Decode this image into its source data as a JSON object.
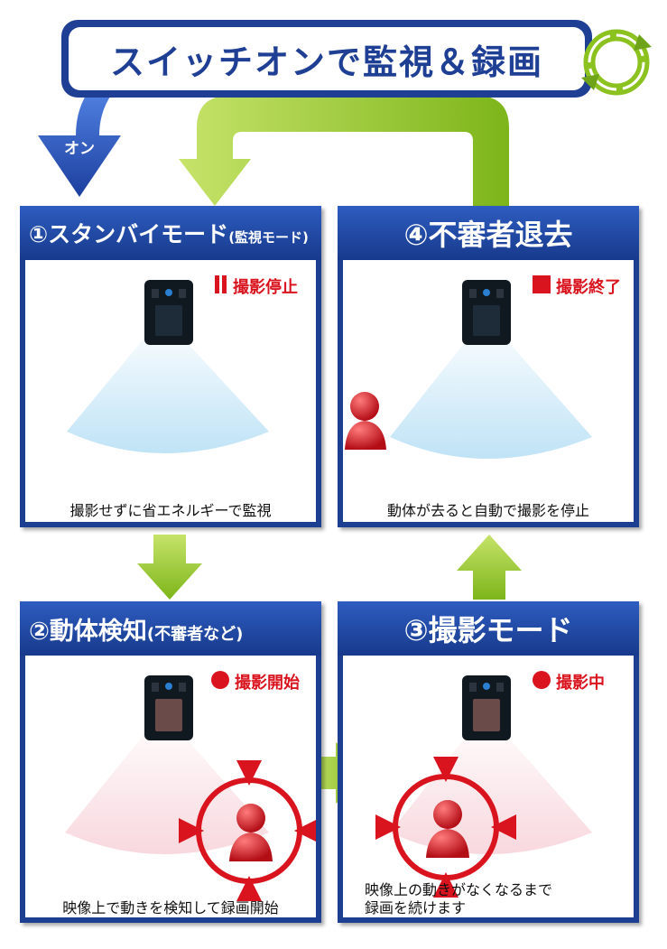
{
  "banner": {
    "title": "スイッチオンで監視＆録画"
  },
  "on_label": "オン",
  "panels": [
    {
      "number": "①",
      "title": "スタンバイモード",
      "subtitle": "(監視モード)",
      "status": "撮影停止",
      "status_mark": "pause",
      "caption": "撮影せずに省エネルギーで監視"
    },
    {
      "number": "④",
      "title": "不審者退去",
      "status": "撮影終了",
      "status_mark": "stop",
      "caption": "動体が去ると自動で撮影を停止"
    },
    {
      "number": "②",
      "title": "動体検知",
      "subtitle": "(不審者など)",
      "status": "撮影開始",
      "status_mark": "record",
      "caption": "映像上で動きを検知して録画開始"
    },
    {
      "number": "③",
      "title": "撮影モード",
      "status": "撮影中",
      "status_mark": "record",
      "caption_lines": [
        "映像上の動きがなくなるまで",
        "録画を続けます"
      ]
    }
  ],
  "colors": {
    "navy": "#1f3f95",
    "panel_header": "#2e5cc0",
    "green_arrow": "#8cc21f",
    "blue_arrow": "#2a55c0",
    "red": "#d9141e",
    "view_blue": "#bfe3f6",
    "view_pink": "#f8d8de"
  }
}
